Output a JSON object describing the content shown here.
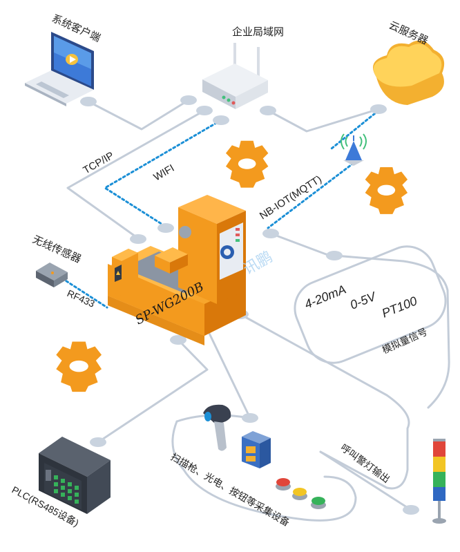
{
  "labels": {
    "client": "系统客户端",
    "lan": "企业局域网",
    "cloud": "云服务器",
    "wireless_sensor": "无线传感器",
    "analog": "模拟量信号",
    "alarm": "呼叫警灯输出",
    "scanner": "扫描枪、光电、按钮等采集设备",
    "plc": "PLC(RS485设备)"
  },
  "links": {
    "tcpip": "TCP/IP",
    "wifi": "WIFI",
    "nbiot": "NB-IOT(MQTT)",
    "rf433": "RF433"
  },
  "machine": {
    "model": "SP-WG200B"
  },
  "analog_signals": [
    "4-20mA",
    "0-5V",
    "PT100"
  ],
  "watermark": "讯鹏",
  "colors": {
    "line": "#b9c6d4",
    "node": "#c7d2df",
    "dotted": "#1b8fd6",
    "orange": "#f39a1e",
    "dark_orange": "#d9780a"
  }
}
